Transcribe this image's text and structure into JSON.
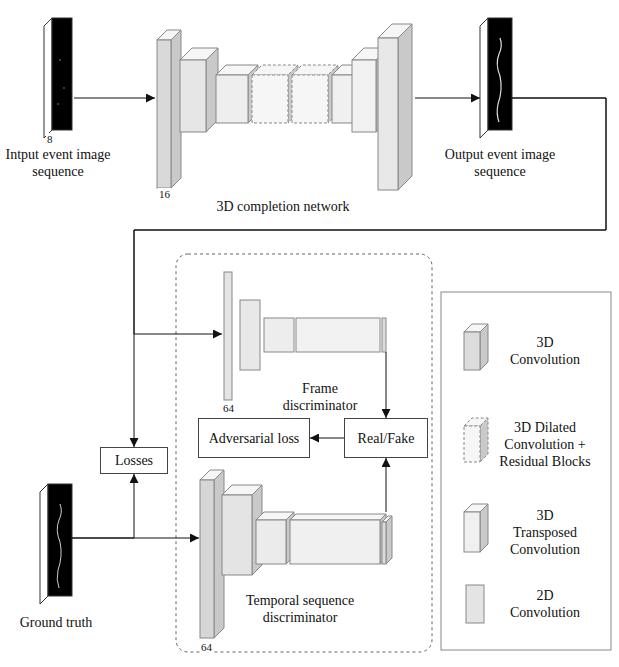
{
  "diagram": {
    "nodes": [
      {
        "text": [
          "Intput event image sequence"
        ]
      },
      {
        "text": [
          "3D completion network"
        ]
      },
      {
        "text": [
          "Output event image sequence"
        ]
      },
      {
        "text": [
          "Frame discriminator"
        ]
      },
      {
        "text": [
          "Adversarial loss"
        ]
      },
      {
        "text": [
          "Real/Fake"
        ]
      },
      {
        "text": [
          "Losses"
        ]
      },
      {
        "text": [
          "Temporal sequence discriminator"
        ]
      },
      {
        "text": [
          "Ground truth"
        ]
      }
    ],
    "edges": [
      {
        "from": 0,
        "to": 1,
        "arrow": "to"
      },
      {
        "from": 1,
        "to": 2,
        "arrow": "to"
      },
      {
        "from": 2,
        "to": 6,
        "arrow": "to"
      },
      {
        "from": 2,
        "to": 3,
        "arrow": "to"
      },
      {
        "from": 3,
        "to": 5,
        "arrow": "to"
      },
      {
        "from": 5,
        "to": 4,
        "arrow": "to"
      },
      {
        "from": 8,
        "to": 6,
        "arrow": "to"
      },
      {
        "from": 8,
        "to": 7,
        "arrow": "to"
      },
      {
        "from": 7,
        "to": 5,
        "arrow": "to"
      }
    ],
    "labels": [
      "8",
      "16",
      "64",
      "64"
    ],
    "legend": [
      {
        "text": "3D Convolution"
      },
      {
        "text": "3D Dilated Convolution + Residual Blocks"
      },
      {
        "text": "3D Transposed Convolution"
      },
      {
        "text": "2D Convolution"
      }
    ]
  }
}
